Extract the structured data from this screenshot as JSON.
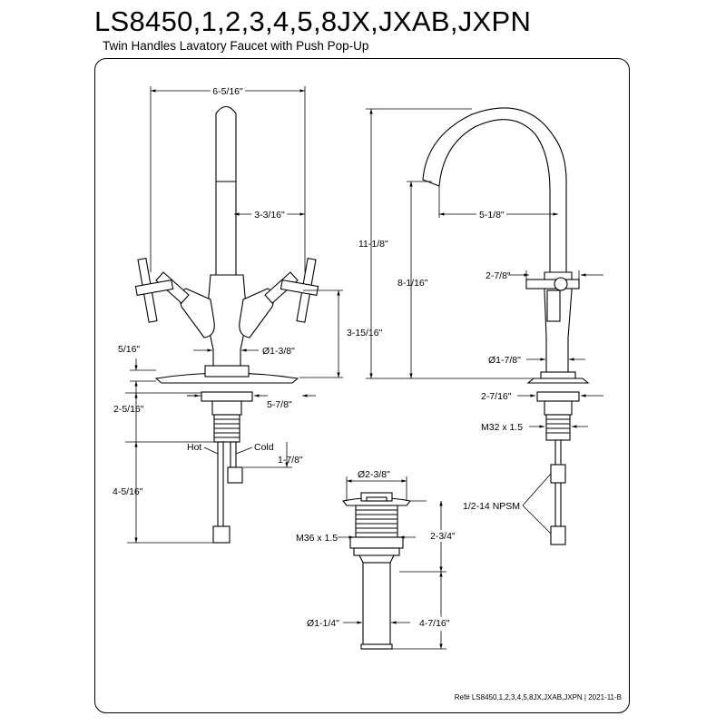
{
  "title": "LS8450,1,2,3,4,5,8JX,JXAB,JXPN",
  "subtitle": "Twin Handles Lavatory Faucet with Push Pop-Up",
  "reference": "Ref# LS8450,1,2,3,4,5,8JX,JXAB,JXPN | 2021-11-B",
  "dimensions": {
    "overall_width": "6-5/16\"",
    "spout_offset_front": "3-3/16\"",
    "handle_height": "3-15/16\"",
    "deck_thickness": "5/16\"",
    "base_diameter": "Ø1-3/8\"",
    "base_plate_width": "5-7/8\"",
    "shank_length": "2-5/16\"",
    "hot_label": "Hot",
    "cold_label": "Cold",
    "supply_offset": "1-7/8\"",
    "supply_length": "4-5/16\"",
    "overall_height": "11-1/8\"",
    "spout_reach": "5-1/8\"",
    "spout_height": "8-1/16\"",
    "handle_side_height": "2-7/8\"",
    "body_diameter": "Ø1-7/8\"",
    "escutcheon_size": "2-7/16\"",
    "thread_side": "M32 x 1.5",
    "supply_thread": "1/2-14 NPSM",
    "drain_flange": "Ø2-3/8\"",
    "drain_thread": "M36 x 1.5",
    "drain_body_height": "2-3/4\"",
    "tailpiece_diameter": "Ø1-1/4\"",
    "tailpiece_length": "4-7/16\""
  }
}
